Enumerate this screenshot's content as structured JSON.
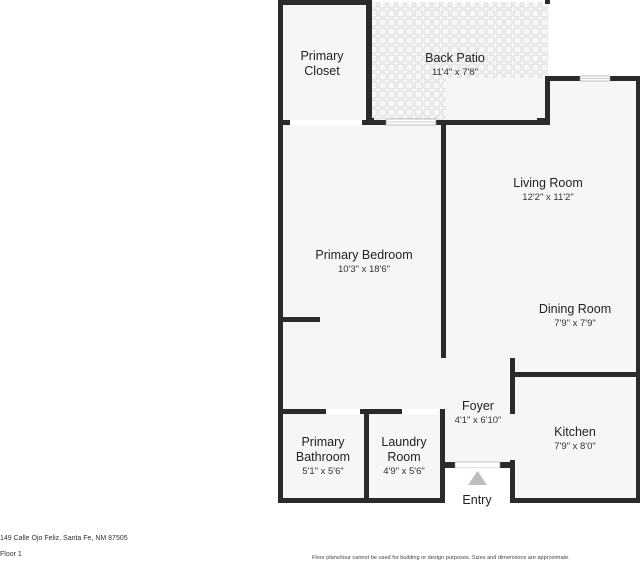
{
  "rooms": {
    "primary_closet": {
      "line1": "Primary",
      "line2": "Closet"
    },
    "back_patio": {
      "name": "Back Patio",
      "dims": "11'4\" x 7'8\""
    },
    "living_room": {
      "name": "Living Room",
      "dims": "12'2\" x 11'2\""
    },
    "primary_bedroom": {
      "name": "Primary Bedroom",
      "dims": "10'3\" x 18'6\""
    },
    "dining_room": {
      "name": "Dining Room",
      "dims": "7'9\" x 7'9\""
    },
    "foyer": {
      "name": "Foyer",
      "dims": "4'1\" x 6'10\""
    },
    "kitchen": {
      "name": "Kitchen",
      "dims": "7'9\" x 8'0\""
    },
    "primary_bathroom": {
      "line1": "Primary",
      "line2": "Bathroom",
      "dims": "5'1\" x 5'6\""
    },
    "laundry_room": {
      "line1": "Laundry",
      "line2": "Room",
      "dims": "4'9\" x 5'6\""
    }
  },
  "entry_label": "Entry",
  "footer": {
    "address": "149 Calle Ojo Feliz, Santa Fe, NM 87505",
    "floor": "Floor 1",
    "disclaimer": "Floor plans/tour cannot be used for building or design purposes. Sizes and dimensions are approximate."
  },
  "colors": {
    "wall": "#2b2b2b",
    "floor": "#f6f6f6",
    "patio_tile": "#d4d4d4",
    "window": "#ffffff",
    "entry_arrow": "#bdbdbd"
  }
}
